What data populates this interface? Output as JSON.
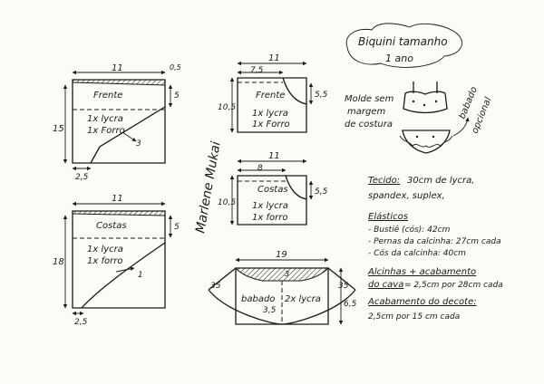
{
  "title": {
    "line1": "Biquini tamanho",
    "line2": "1 ano"
  },
  "molde_note": {
    "line1": "Molde sem",
    "line2": "margem",
    "line3": "de costura"
  },
  "babado_note": {
    "line1": "babado",
    "line2": "opcional"
  },
  "signature": "Marlene Mukai",
  "front_bottom": {
    "label": "Frente",
    "cut1": "1x lycra",
    "cut2": "1x Forro",
    "width": "11",
    "height": "15",
    "top_side": "0,5",
    "right_notch": "5",
    "bottom": "2,5",
    "curve_mark": "3"
  },
  "back_bottom": {
    "label": "Costas",
    "cut1": "1x lycra",
    "cut2": "1x forro",
    "width": "11",
    "height": "18",
    "right_notch": "5",
    "bottom": "2,5",
    "curve_mark": "1"
  },
  "front_top": {
    "label": "Frente",
    "cut1": "1x lycra",
    "cut2": "1x Forro",
    "width_top": "11",
    "width_inner": "7,5",
    "height": "10,5",
    "right": "5,5"
  },
  "back_top": {
    "label": "Costas",
    "cut1": "1x lycra",
    "cut2": "1x forro",
    "width_top": "11",
    "width_inner": "8",
    "height": "10,5",
    "right": "5,5"
  },
  "ruffle": {
    "label": "babado",
    "cut": "2x lycra",
    "width": "19",
    "left": "35",
    "right": "35",
    "center_top": "3",
    "center": "3,5",
    "side": "6,5"
  },
  "notes": {
    "tecido_label": "Tecido:",
    "tecido_text": "30cm de lycra,",
    "tecido_text2": "spandex, suplex,",
    "elasticos_label": "Elásticos",
    "bustie": "- Bustiê (cós): 42cm",
    "pernas": "- Pernas da calcinha: 27cm cada",
    "cos": "- Cós da calcinha: 40cm",
    "alcinhas_label": "Alcinhas + acabamento",
    "alcinhas_label2": "do cava",
    "alcinhas_text": "= 2,5cm por 28cm cada",
    "decote_label": "Acabamento do decote:",
    "decote_text": "2,5cm por 15 cm cada"
  }
}
